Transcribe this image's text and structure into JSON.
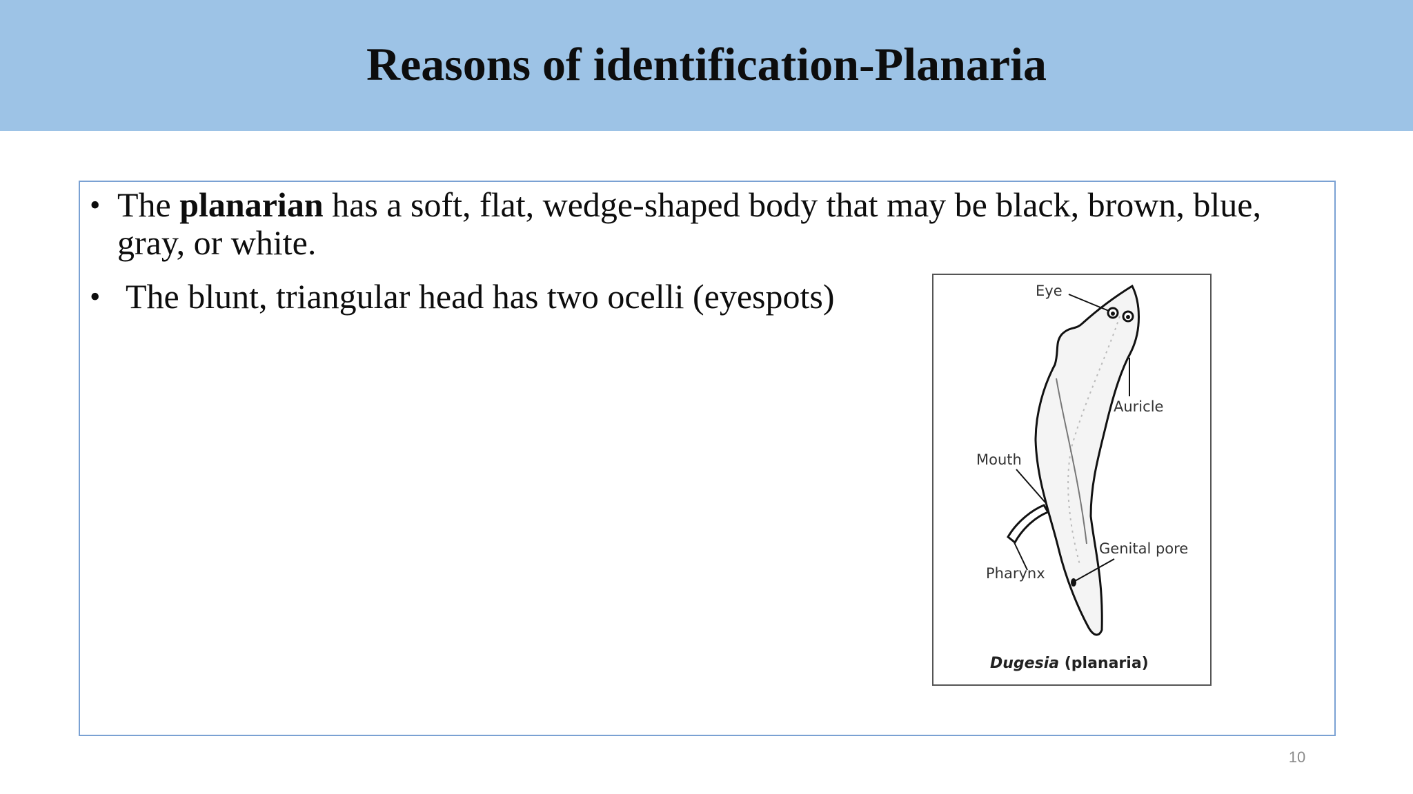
{
  "slide": {
    "title": "Reasons of identification-Planaria",
    "page_number": "10",
    "bullets": [
      {
        "marker": "•",
        "prefix": "The ",
        "bold": "planarian",
        "suffix": " has a soft, flat, wedge-shaped body that may be black, brown, blue, gray, or white."
      },
      {
        "marker": "•",
        "text": "The blunt, triangular head has two ocelli (eyespots)"
      }
    ]
  },
  "figure": {
    "labels": {
      "eye": "Eye",
      "auricle": "Auricle",
      "mouth": "Mouth",
      "pharynx": "Pharynx",
      "genital_pore": "Genital pore"
    },
    "caption_genus": "Dugesia",
    "caption_rest": " (planaria)"
  },
  "colors": {
    "title_band": "#9dc3e6",
    "content_border": "#7aa1d3"
  }
}
